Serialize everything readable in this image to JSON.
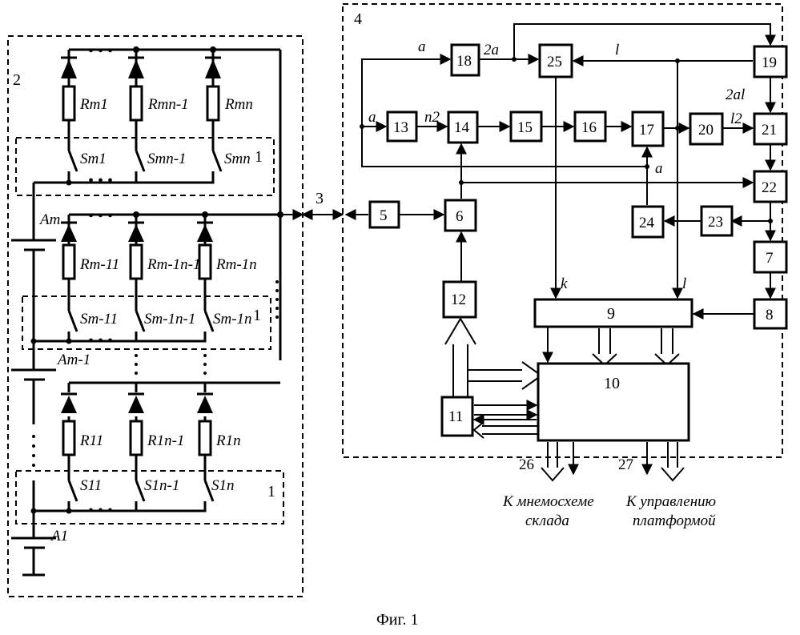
{
  "figure": {
    "caption": "Фиг. 1"
  },
  "labels": {
    "grid": "2",
    "switch_group": "1",
    "connector": "3",
    "controller": "4",
    "out_26": "26",
    "out_27": "27"
  },
  "resistors": {
    "row_m": [
      "Rm1",
      "Rmn-1",
      "Rmn"
    ],
    "row_m1": [
      "Rm-11",
      "Rm-1n-1",
      "Rm-1n"
    ],
    "row_1": [
      "R11",
      "R1n-1",
      "R1n"
    ]
  },
  "switches": {
    "row_m": [
      "Sm1",
      "Smn-1",
      "Smn"
    ],
    "row_m1": [
      "Sm-11",
      "Sm-1n-1",
      "Sm-1n"
    ],
    "row_1": [
      "S11",
      "S1n-1",
      "S1n"
    ]
  },
  "nodes": {
    "a_m": "Am",
    "a_m1": "Am-1",
    "a_1": "A1"
  },
  "blocks": [
    "5",
    "6",
    "7",
    "8",
    "9",
    "10",
    "11",
    "12",
    "13",
    "14",
    "15",
    "16",
    "17",
    "18",
    "19",
    "20",
    "21",
    "22",
    "23",
    "24",
    "25"
  ],
  "signals": {
    "a_top": "a",
    "a_left": "a",
    "a_low": "a",
    "two_a": "2a",
    "l_top": "l",
    "l_right": "l",
    "n2": "n2",
    "two_al": "2al",
    "l2": "l2",
    "k": "k"
  },
  "outputs": {
    "to_mnemo_1": "К мнемосхеме",
    "to_mnemo_2": "склада",
    "to_platform_1": "К управлению",
    "to_platform_2": "платформой"
  }
}
